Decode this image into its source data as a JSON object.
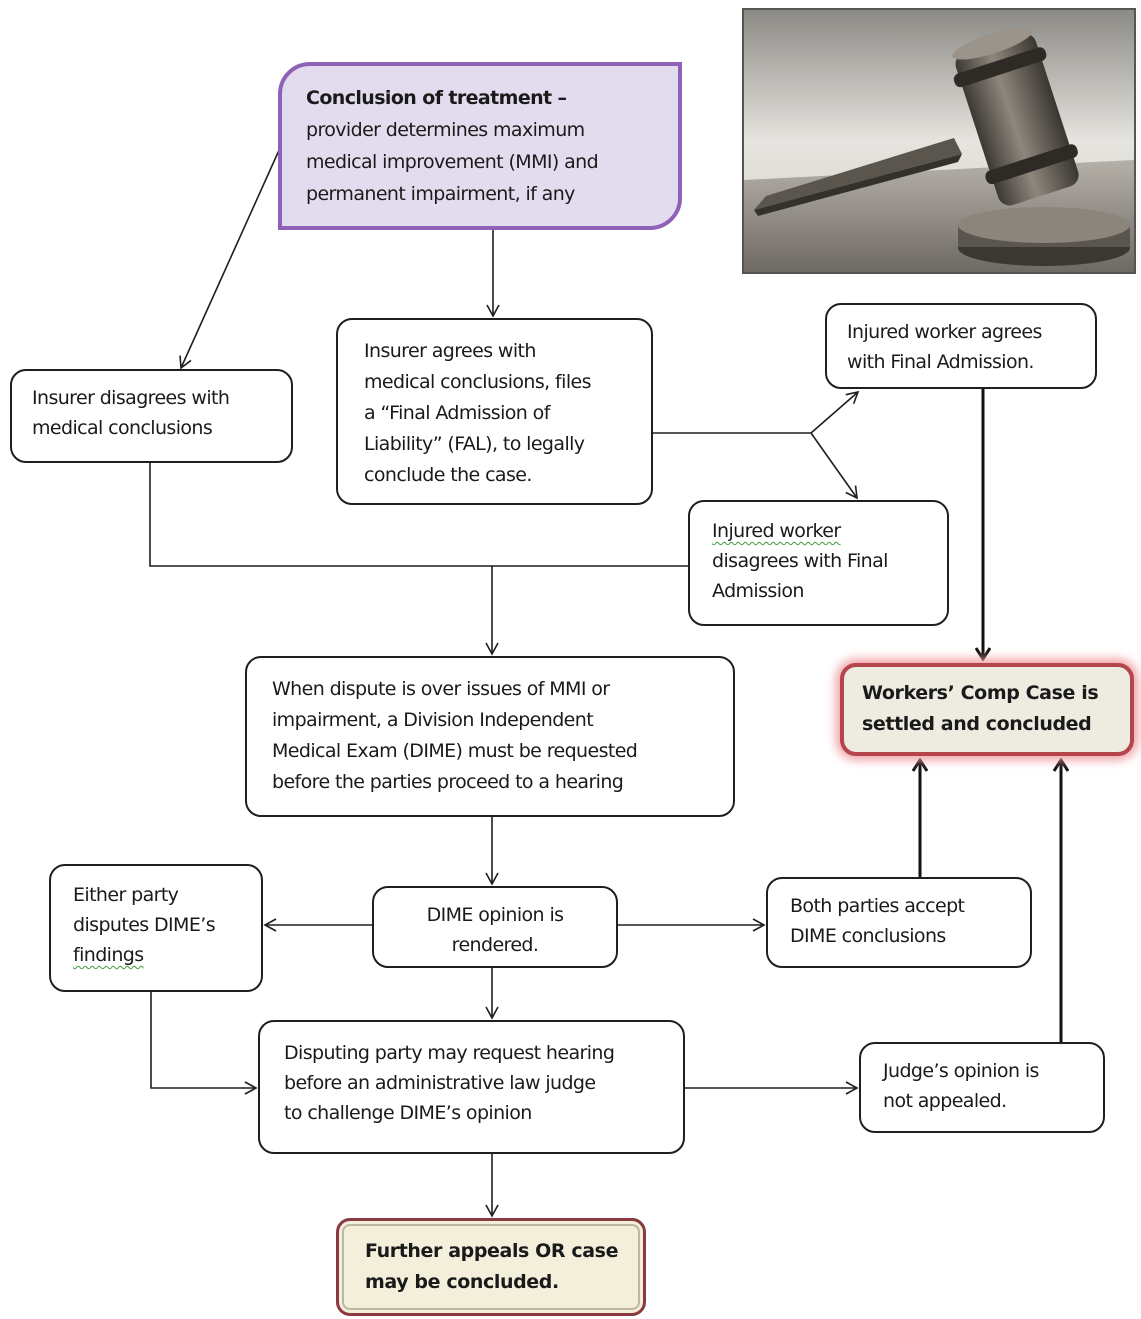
{
  "nodes": {
    "conclusion": {
      "title": "Conclusion of treatment –",
      "lines": [
        "provider determines maximum",
        "medical improvement (MMI) and",
        "permanent impairment, if any"
      ]
    },
    "insurer_disagrees": {
      "lines": [
        "Insurer disagrees with",
        "medical conclusions"
      ]
    },
    "insurer_agrees": {
      "lines": [
        "Insurer agrees with",
        "medical conclusions, files",
        "a “Final Admission of",
        "Liability” (FAL), to legally",
        "conclude the case."
      ]
    },
    "worker_agrees": {
      "lines": [
        "Injured worker agrees",
        "with Final Admission."
      ]
    },
    "worker_disagrees": {
      "lines": [
        "Injured  worker",
        "disagrees with Final",
        "Admission"
      ]
    },
    "dime_request": {
      "lines": [
        "When dispute is over issues of MMI or",
        "impairment, a Division Independent",
        "Medical Exam (DIME) must be requested",
        "before the parties proceed to a hearing"
      ]
    },
    "dime_rendered": {
      "lines": [
        "DIME opinion is",
        "rendered."
      ]
    },
    "either_disputes": {
      "lines": [
        "Either party",
        "disputes DIME’s",
        "findings"
      ]
    },
    "both_accept": {
      "lines": [
        "Both parties accept",
        "DIME conclusions"
      ]
    },
    "disputing_party": {
      "lines": [
        "Disputing party may request hearing",
        "before an administrative law judge",
        "to challenge DIME’s opinion"
      ]
    },
    "judge": {
      "lines": [
        "Judge’s opinion is",
        "not appealed."
      ]
    },
    "settled": {
      "lines": [
        "Workers’ Comp Case is",
        "settled and concluded"
      ]
    },
    "further": {
      "lines": [
        "Further appeals OR case",
        "may be concluded."
      ]
    }
  },
  "colors": {
    "conclusion_fill": "#e3dcef",
    "conclusion_border": "#8f62b8",
    "settled_fill": "#eeebe0",
    "settled_border": "#b5454c",
    "further_fill": "#f3efdb",
    "further_border": "#8a3a40",
    "connector": "#1f1f1f"
  },
  "image": {
    "subject": "gavel-photo"
  }
}
